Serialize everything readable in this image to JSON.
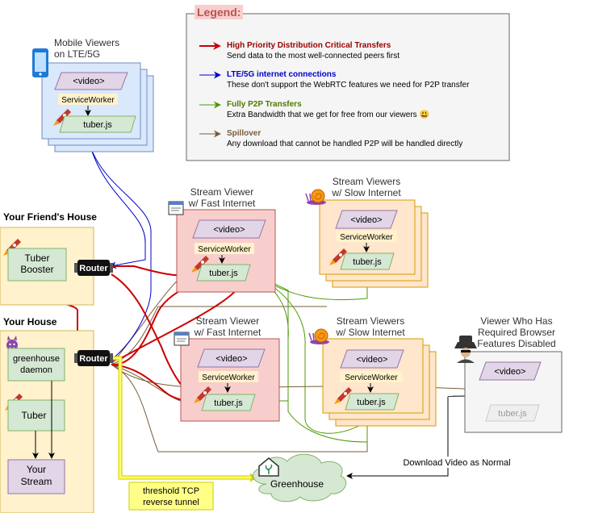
{
  "legend": {
    "title": "Legend:",
    "items": [
      {
        "title": "High Priority Distribution Critical Transfers",
        "desc": "Send data to the most well-connected peers first",
        "color": "#cc0000"
      },
      {
        "title": "LTE/5G internet connections",
        "desc": "These don't support the WebRTC features we need for P2P transfer",
        "color": "#0000cc"
      },
      {
        "title": "Fully P2P Transfers",
        "desc": "Extra Bandwidth that we get for free from our viewers 😃",
        "color": "#4d9900"
      },
      {
        "title": "Spillover",
        "desc": "Any download that cannot be handled P2P will be handled directly",
        "color": "#7a5c3a"
      }
    ]
  },
  "labels": {
    "video": "<video>",
    "service_worker": "ServiceWorker",
    "tuber_js": "tuber.js",
    "router": "Router"
  },
  "mobile": {
    "title_line1": "Mobile Viewers",
    "title_line2": "on LTE/5G"
  },
  "friends_house": {
    "title": "Your Friend's House",
    "booster_line1": "Tuber",
    "booster_line2": "Booster"
  },
  "your_house": {
    "title": "Your House",
    "daemon_line1": "greenhouse",
    "daemon_line2": "daemon",
    "tuber": "Tuber",
    "stream_line1": "Your",
    "stream_line2": "Stream"
  },
  "fast1": {
    "title_line1": "Stream Viewer",
    "title_line2": "w/ Fast Internet"
  },
  "fast2": {
    "title_line1": "Stream Viewer",
    "title_line2": "w/ Fast Internet"
  },
  "slow1": {
    "title_line1": "Stream Viewers",
    "title_line2": "w/ Slow Internet"
  },
  "slow2": {
    "title_line1": "Stream Viewers",
    "title_line2": "w/ Slow Internet"
  },
  "disabled": {
    "title_line1": "Viewer Who Has",
    "title_line2": "Required Browser",
    "title_line3": "Features Disabled"
  },
  "download_normal": "Download Video as Normal",
  "greenhouse": "Greenhouse",
  "tunnel": {
    "line1": "threshold TCP",
    "line2": "reverse tunnel"
  },
  "colors": {
    "red": "#cc0000",
    "blue": "#0000cc",
    "green": "#4d9900",
    "brown": "#7a5c3a",
    "yellow_tunnel": "#ffff66"
  }
}
